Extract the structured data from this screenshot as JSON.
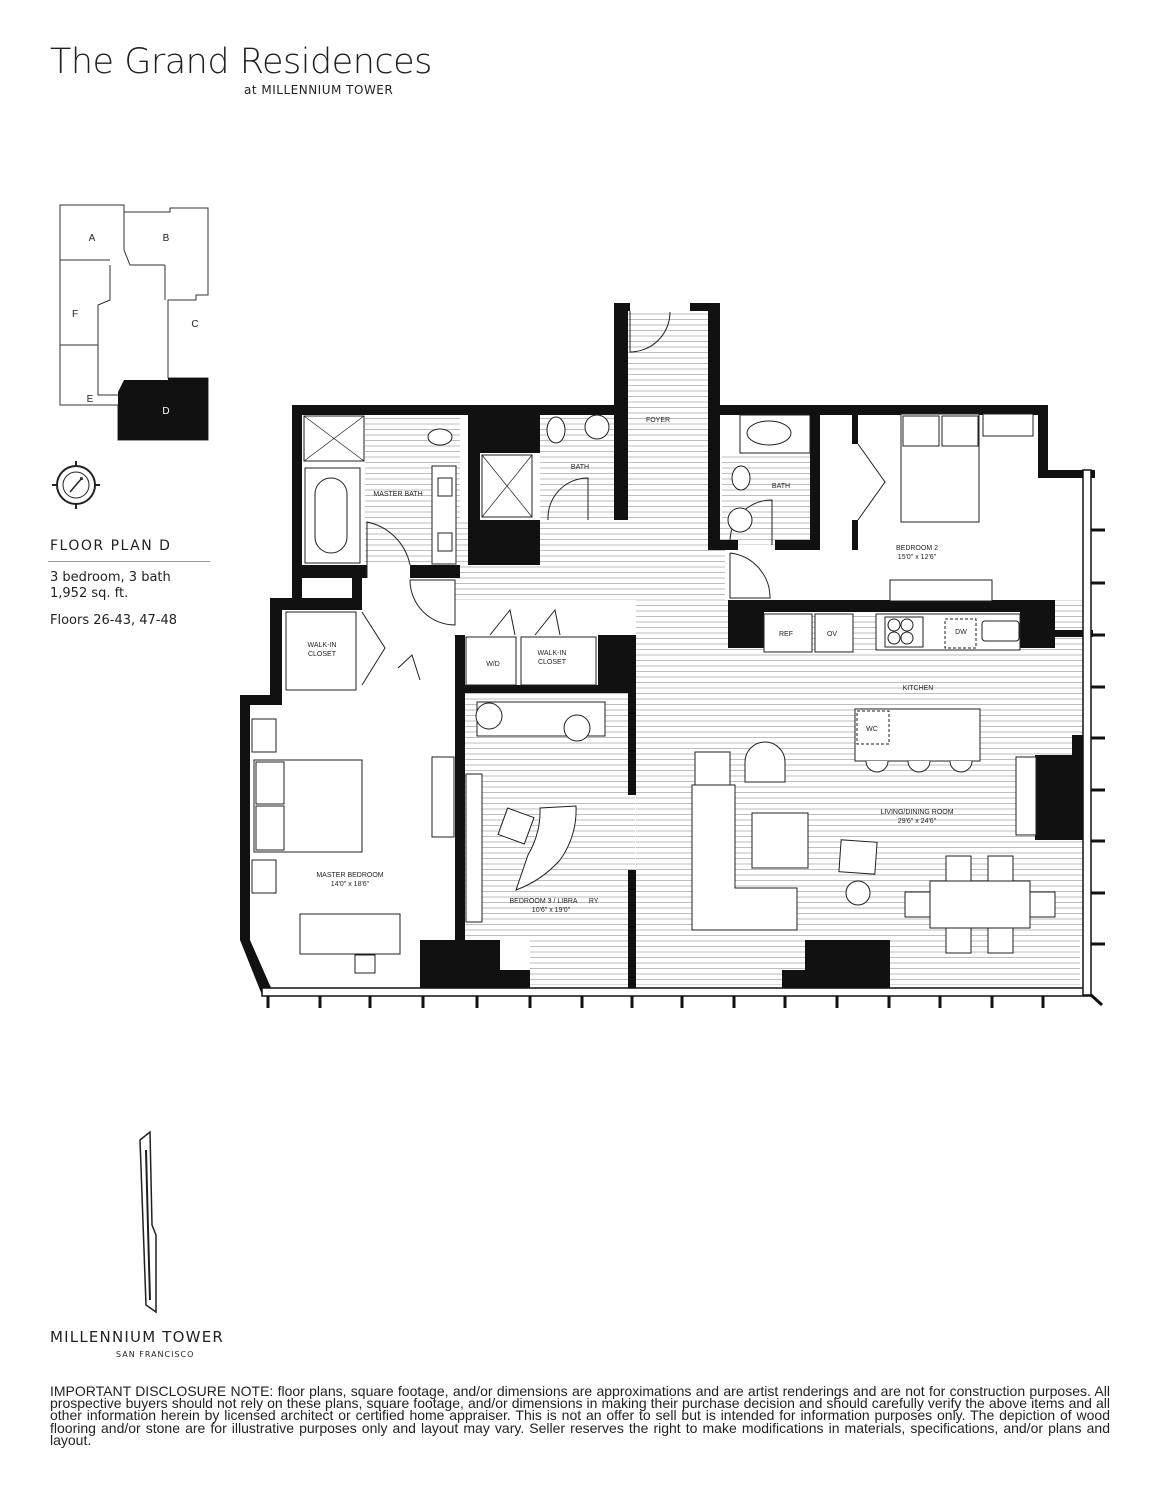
{
  "header": {
    "title": "The Grand Residences",
    "subtitle": "at MILLENNIUM TOWER"
  },
  "key_plan": {
    "units": [
      "A",
      "B",
      "C",
      "D",
      "E",
      "F"
    ],
    "highlighted_unit": "D"
  },
  "plan_info": {
    "name": "FLOOR PLAN D",
    "bed_bath": "3 bedroom, 3 bath",
    "area": "1,952 sq. ft.",
    "floors": "Floors 26-43, 47-48"
  },
  "rooms": {
    "foyer": "FOYER",
    "bath_1": "BATH",
    "master_bath": "MASTER BATH",
    "bath_2": "BATH",
    "bedroom_2": {
      "name": "BEDROOM 2",
      "size": "15'0\" x 12'6\""
    },
    "walk_in_closet_1": [
      "WALK-IN",
      "CLOSET"
    ],
    "walk_in_closet_2": [
      "WALK-IN",
      "CLOSET"
    ],
    "wd": "W/D",
    "ref": "REF",
    "ov": "OV",
    "dw": "DW",
    "wc": "WC",
    "kitchen": "KITCHEN",
    "living_dining": {
      "name": "LIVING/DINING ROOM",
      "size": "29'6\" x 24'6\""
    },
    "master_bedroom": {
      "name": "MASTER BEDROOM",
      "size": "14'0\" x 18'6\""
    },
    "bedroom_3": {
      "name": "BEDROOM 3 / LIBRA      RY",
      "size": "10'6\" x 19'0\""
    }
  },
  "footer": {
    "brand": "MILLENNIUM TOWER",
    "city": "SAN FRANCISCO",
    "disclosure": "IMPORTANT DISCLOSURE NOTE:  floor plans, square footage, and/or dimensions are approximations and are artist renderings and are not for construction purposes.  All prospective buyers should not rely on these plans, square footage, and/or dimensions in making their purchase decision and should carefully verify the above items and all other information herein by licensed architect or certified home appraiser.  This is not an offer to sell but is intended for information purposes only.  The depiction of wood flooring and/or stone are for illustrative purposes only and layout may vary.  Seller reserves the right to make modifications in materials, specifications, and/or plans and layout."
  },
  "colors": {
    "ink": "#231f20",
    "wall": "#111111",
    "floor_hatch": "#bdbdbd",
    "background": "#ffffff"
  }
}
